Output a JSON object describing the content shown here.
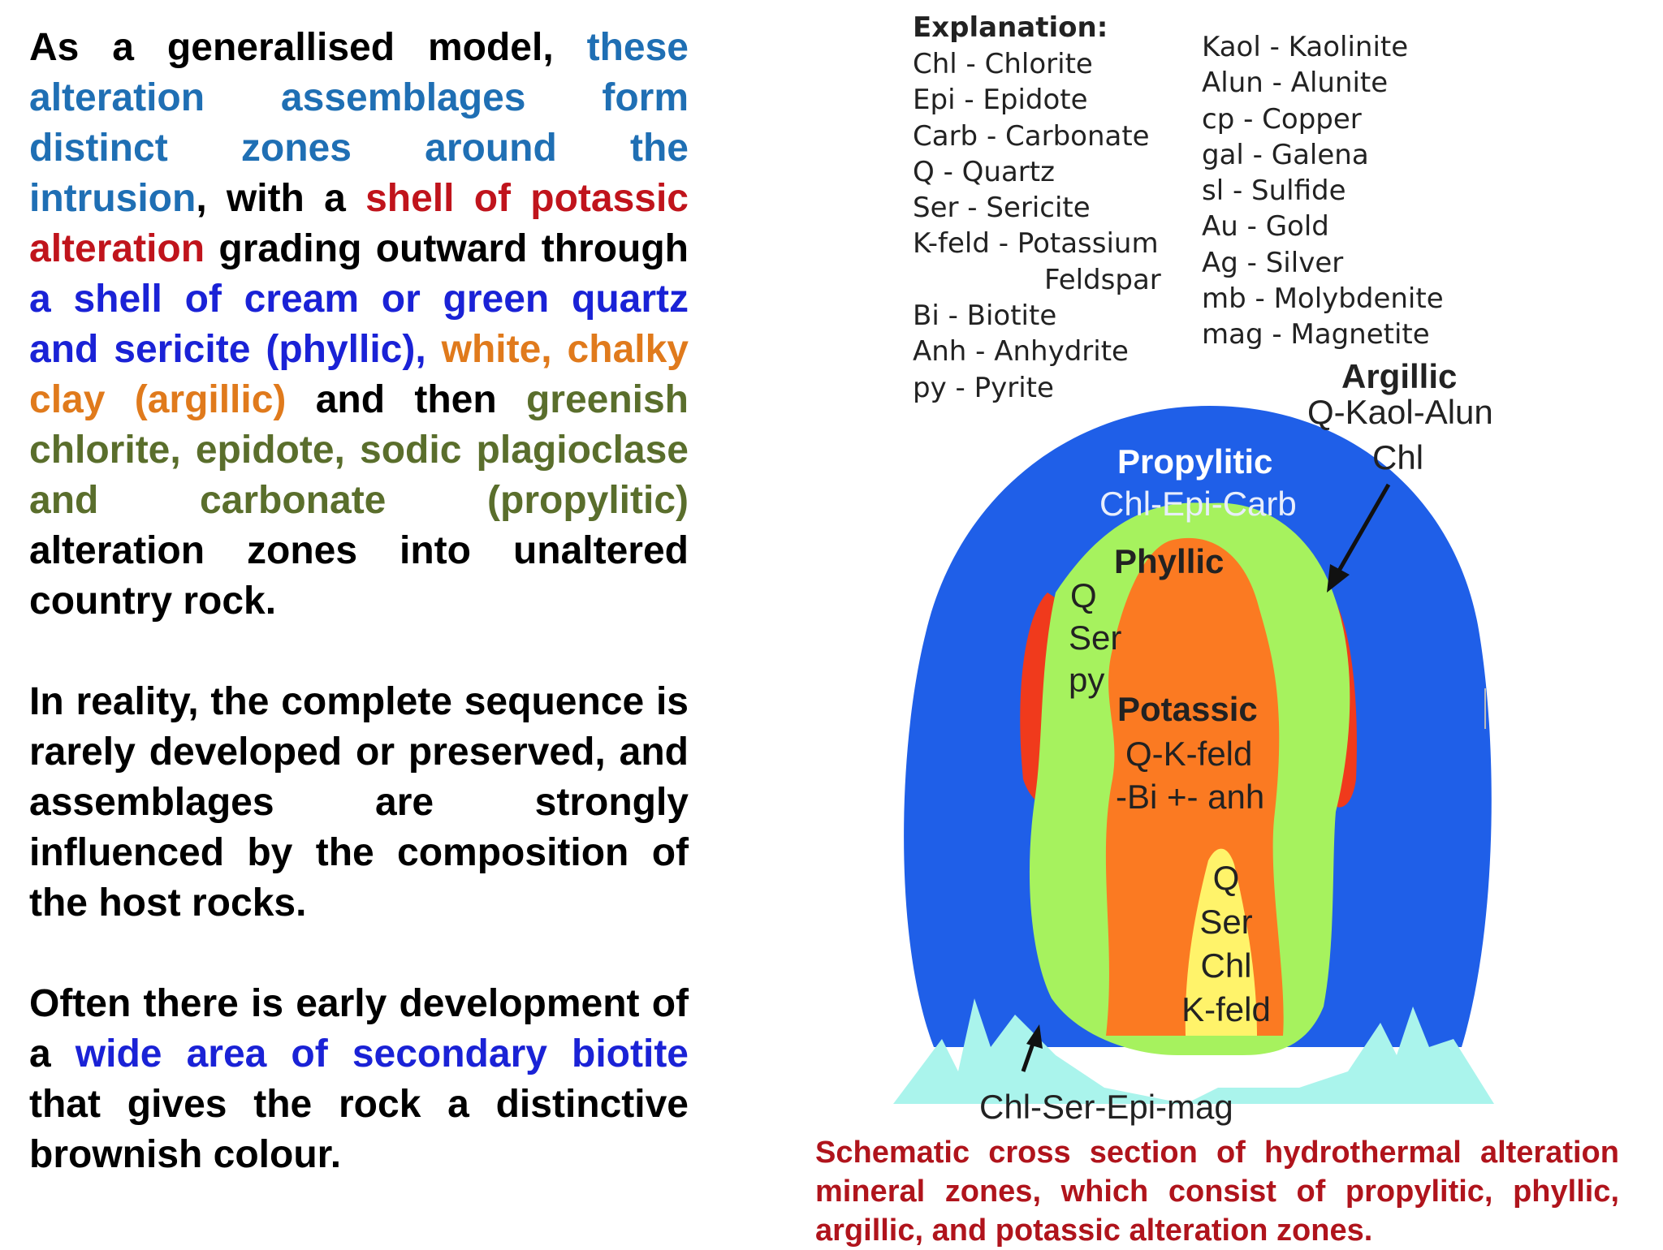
{
  "text": {
    "p1": [
      {
        "t": "As a generallised model, ",
        "c": "#000000"
      },
      {
        "t": "these alteration assemblages form distinct zones around the intrusion",
        "c": "#1f6fb4"
      },
      {
        "t": ", with a ",
        "c": "#000000"
      },
      {
        "t": "shell of potassic alteration",
        "c": "#c0141c"
      },
      {
        "t": " grading outward through ",
        "c": "#000000"
      },
      {
        "t": "a shell of cream or green quartz and sericite (phyllic),",
        "c": "#1a22d6"
      },
      {
        "t": " ",
        "c": "#000000"
      },
      {
        "t": "white, chalky clay (argillic)",
        "c": "#e07a1c"
      },
      {
        "t": " and then ",
        "c": "#000000"
      },
      {
        "t": "greenish chlorite, epidote, sodic plagioclase and carbonate (propylitic)",
        "c": "#5a6e2c"
      },
      {
        "t": " alteration zones into unaltered country rock.",
        "c": "#000000"
      }
    ],
    "p2": [
      {
        "t": "In reality, the complete sequence is rarely developed or preserved, and assemblages are strongly influenced by the composition of the host rocks.",
        "c": "#000000"
      }
    ],
    "p3": [
      {
        "t": "Often there is early development of a ",
        "c": "#000000"
      },
      {
        "t": "wide area of secondary biotite",
        "c": "#1a22d6"
      },
      {
        "t": " that gives the rock a distinctive brownish colour.",
        "c": "#000000"
      }
    ]
  },
  "legend": {
    "title": "Explanation:",
    "col1": [
      "Chl - Chlorite",
      "Epi - Epidote",
      "Carb - Carbonate",
      "Q - Quartz",
      "Ser - Sericite",
      "K-feld - Potassium",
      "Feldspar",
      "Bi - Biotite",
      "Anh - Anhydrite",
      "py - Pyrite"
    ],
    "col2": [
      "Kaol - Kaolinite",
      "Alun - Alunite",
      "cp - Copper",
      "gal - Galena",
      "sl - Sulfide",
      "Au - Gold",
      "Ag - Silver",
      "mb - Molybdenite",
      "mag - Magnetite"
    ]
  },
  "diagram": {
    "argillic_title": "Argillic",
    "argillic_l1": "Q-Kaol-Alun",
    "argillic_l2": "Chl",
    "propylitic_title": "Propylitic",
    "propylitic_sub": "Chl-Epi-Carb",
    "phyllic_title": "Phyllic",
    "phyllic_q": "Q",
    "phyllic_ser": "Ser",
    "phyllic_py": "py",
    "potassic_title": "Potassic",
    "potassic_l1": "Q-K-feld",
    "potassic_l2": "-Bi +- anh",
    "core_l1": "Q",
    "core_l2": "Ser",
    "core_l3": "Chl",
    "core_l4": "K-feld",
    "bottom_label": "Chl-Ser-Epi-mag",
    "colors": {
      "propylitic": "#1f5fe8",
      "phyllic": "#a6f25e",
      "argillic": "#f03a1c",
      "potassic": "#fb7a22",
      "core": "#fff36a",
      "base": "#aaf4ec"
    }
  },
  "caption": "Schematic cross section of hydrothermal alteration mineral zones, which consist of propylitic, phyllic, argillic, and potassic alteration zones."
}
